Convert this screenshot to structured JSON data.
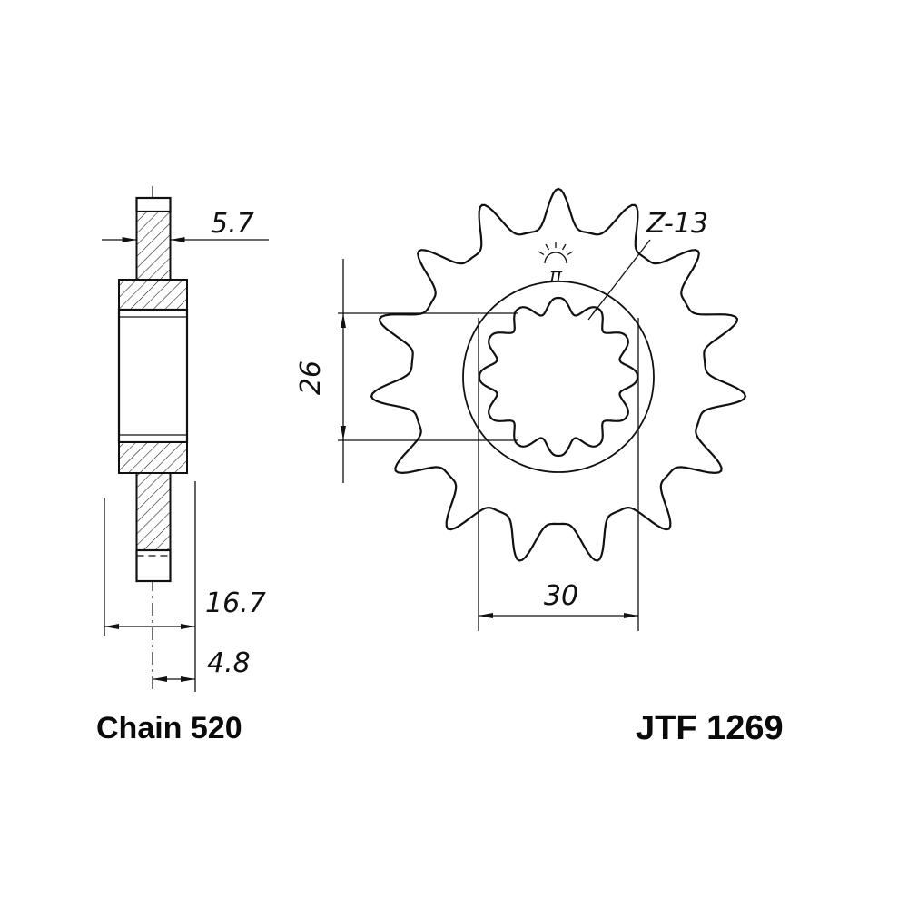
{
  "page": {
    "background": "#ffffff",
    "line_color": "#111111"
  },
  "side_view": {
    "dim_tooth_width": "5.7",
    "dim_overall_width": "16.7",
    "dim_offset": "4.8"
  },
  "front_view": {
    "dim_spline_inner_diameter": "26",
    "dim_spline_outer_diameter": "30",
    "teeth_count_label": "Z-13",
    "marking_symbol": "π"
  },
  "footer": {
    "chain_label": "Chain 520",
    "part_number": "JTF 1269"
  }
}
